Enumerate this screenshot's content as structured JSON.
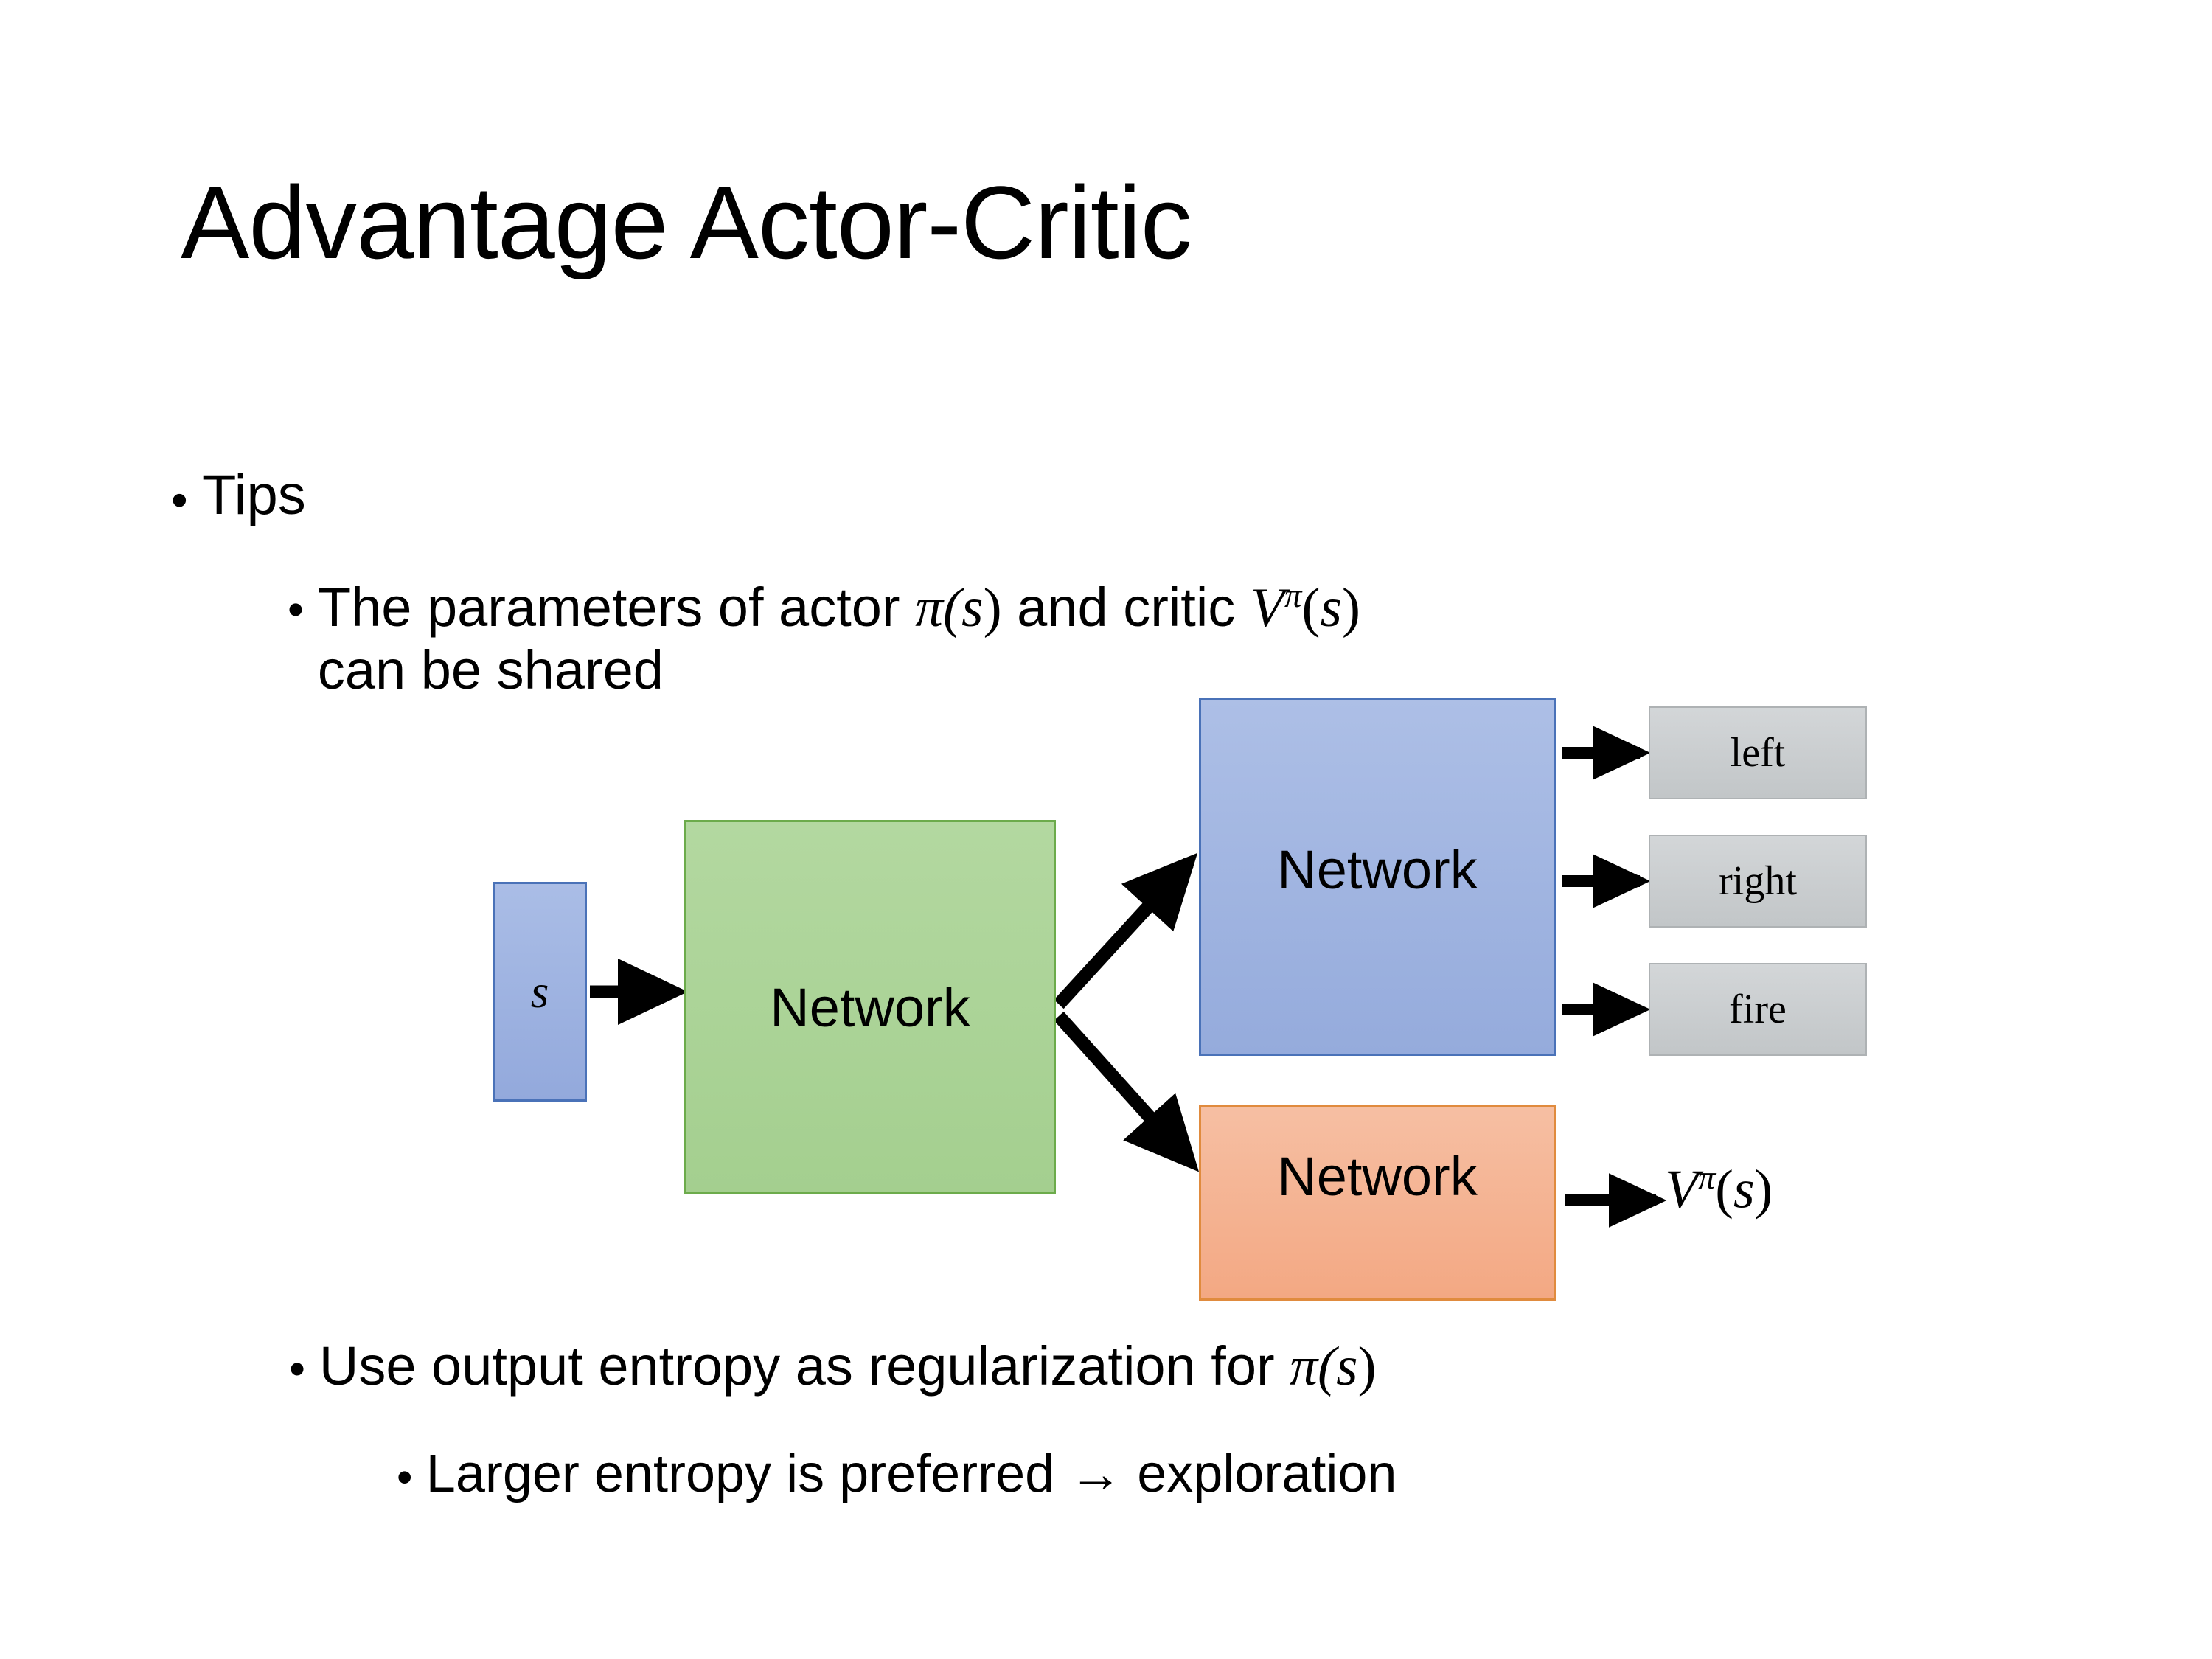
{
  "slide": {
    "title": "Advantage Actor-Critic",
    "bullets": {
      "tips": "Tips",
      "params_pre": "The parameters of actor ",
      "params_pi_open": "π(",
      "params_pi_arg": "s",
      "params_pi_close": ")",
      "params_mid": "  and critic ",
      "params_V": "V",
      "params_V_sup": "π",
      "params_V_open": "(",
      "params_V_arg": "s",
      "params_V_close": ")",
      "params_line2": "can be shared",
      "entropy_pre": "Use output entropy as regularization for ",
      "entropy_pi_open": "π(",
      "entropy_pi_arg": "s",
      "entropy_pi_close": ")",
      "larger": "Larger entropy is preferred → exploration"
    }
  },
  "diagram": {
    "input_state": "s",
    "shared_network": "Network",
    "actor_network": "Network",
    "critic_network": "Network",
    "outputs": [
      {
        "label": "left"
      },
      {
        "label": "right"
      },
      {
        "label": "fire"
      }
    ],
    "critic_output": {
      "symbol": "V",
      "superscript": "π",
      "open": "(",
      "arg": "s",
      "close": ")"
    },
    "colors": {
      "state_fill": "#9db2e2",
      "state_border": "#4a72b8",
      "shared_fill": "#a9d08e",
      "shared_border": "#6cab4b",
      "actor_fill": "#9db2e2",
      "actor_border": "#4a72b8",
      "critic_fill": "#f4ad8a",
      "critic_border": "#e08b3e",
      "output_fill": "#c9cccf",
      "output_border": "#aeb2b4",
      "arrow": "#000000",
      "text": "#000000",
      "background": "#ffffff"
    }
  }
}
